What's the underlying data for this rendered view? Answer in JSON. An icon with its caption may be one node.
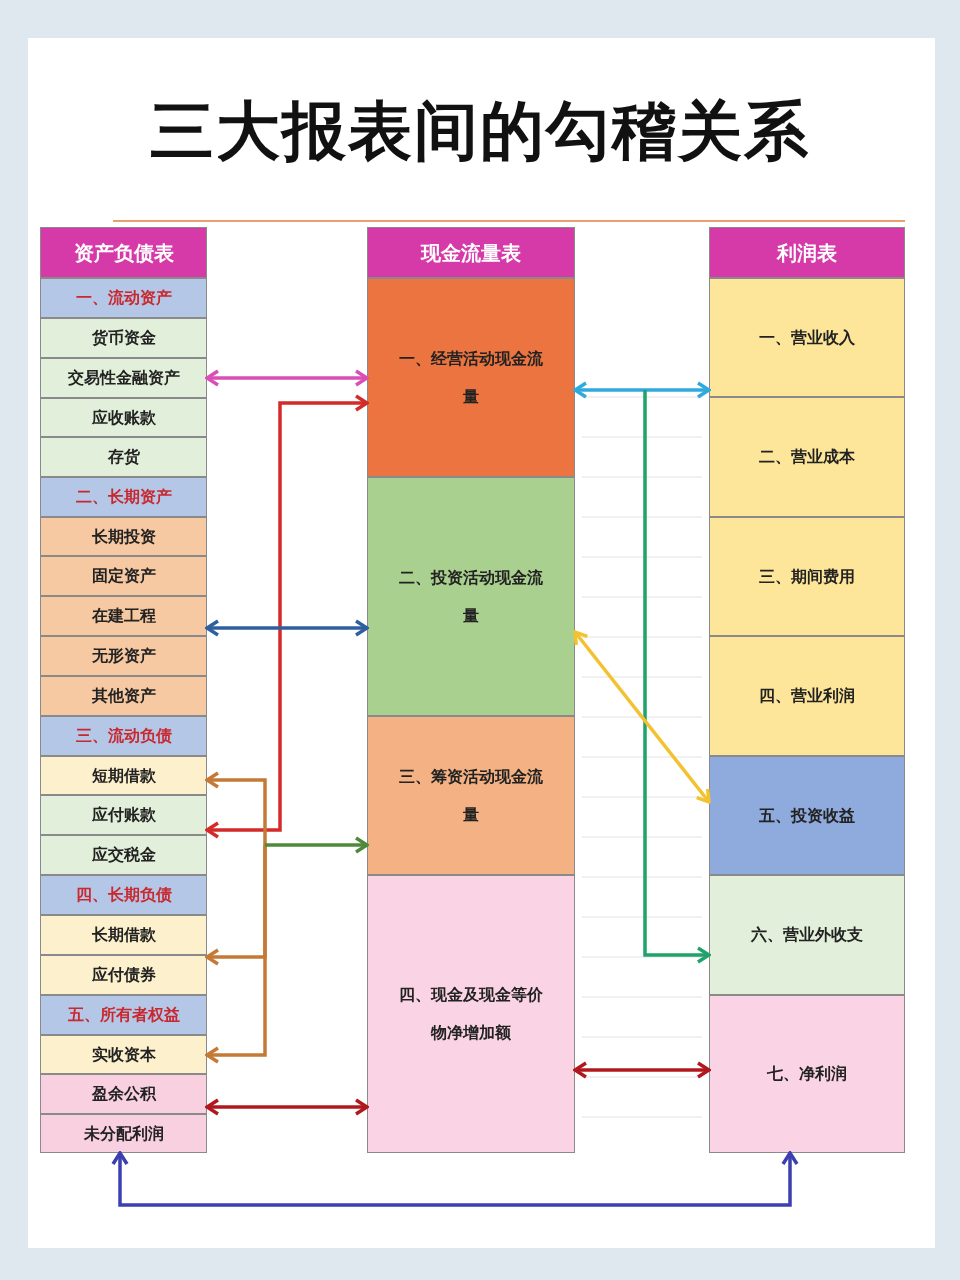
{
  "diagram": {
    "title": "三大报表间的勾稽关系",
    "nodes": [
      {
        "text": [
          "资产负债表"
        ]
      },
      {
        "text": [
          "一、流动资产"
        ]
      },
      {
        "text": [
          "货币资金"
        ]
      },
      {
        "text": [
          "交易性金融资产"
        ]
      },
      {
        "text": [
          "应收账款"
        ]
      },
      {
        "text": [
          "存货"
        ]
      },
      {
        "text": [
          "二、长期资产"
        ]
      },
      {
        "text": [
          "长期投资"
        ]
      },
      {
        "text": [
          "固定资产"
        ]
      },
      {
        "text": [
          "在建工程"
        ]
      },
      {
        "text": [
          "无形资产"
        ]
      },
      {
        "text": [
          "其他资产"
        ]
      },
      {
        "text": [
          "三、流动负债"
        ]
      },
      {
        "text": [
          "短期借款"
        ]
      },
      {
        "text": [
          "应付账款"
        ]
      },
      {
        "text": [
          "应交税金"
        ]
      },
      {
        "text": [
          "四、长期负债"
        ]
      },
      {
        "text": [
          "长期借款"
        ]
      },
      {
        "text": [
          "应付债券"
        ]
      },
      {
        "text": [
          "五、所有者权益"
        ]
      },
      {
        "text": [
          "实收资本"
        ]
      },
      {
        "text": [
          "盈余公积"
        ]
      },
      {
        "text": [
          "未分配利润"
        ]
      },
      {
        "text": [
          "现金流量表"
        ]
      },
      {
        "text": [
          "一、经营活动现金流量"
        ]
      },
      {
        "text": [
          "二、投资活动现金流量"
        ]
      },
      {
        "text": [
          "三、筹资活动现金流量"
        ]
      },
      {
        "text": [
          "四、现金及现金等价物净增加额"
        ]
      },
      {
        "text": [
          "利润表"
        ]
      },
      {
        "text": [
          "一、营业收入"
        ]
      },
      {
        "text": [
          "二、营业成本"
        ]
      },
      {
        "text": [
          "三、期间费用"
        ]
      },
      {
        "text": [
          "四、营业利润"
        ]
      },
      {
        "text": [
          "五、投资收益"
        ]
      },
      {
        "text": [
          "六、营业外收支"
        ]
      },
      {
        "text": [
          "七、净利润"
        ]
      }
    ],
    "edges": [
      {
        "from": 3,
        "to": 24,
        "arrow": "both",
        "color": "#d94fb5"
      },
      {
        "from": 14,
        "to": 24,
        "arrow": "both",
        "color": "#d42a2a"
      },
      {
        "from": 9,
        "to": 25,
        "arrow": "both",
        "color": "#2f5f9e"
      },
      {
        "from": null,
        "to": 13,
        "arrow": "to",
        "color": "#c47a35"
      },
      {
        "from": null,
        "to": 17,
        "arrow": "to",
        "color": "#c47a35"
      },
      {
        "from": null,
        "to": 20,
        "arrow": "to",
        "color": "#c47a35"
      },
      {
        "from": null,
        "to": 26,
        "arrow": "to",
        "color": "#4f8a3c"
      },
      {
        "from": 21,
        "to": 27,
        "arrow": "both",
        "color": "#b0181e"
      },
      {
        "from": 24,
        "to": 29,
        "arrow": "both",
        "color": "#2eaadc"
      },
      {
        "from": null,
        "to": 34,
        "arrow": "to",
        "color": "#1fa36a"
      },
      {
        "from": 25,
        "to": 33,
        "arrow": "both",
        "color": "#f2c230"
      },
      {
        "from": 27,
        "to": 35,
        "arrow": "both",
        "color": "#b0181e"
      },
      {
        "from": 22,
        "to": 35,
        "arrow": "both",
        "color": "#3b3fb0"
      }
    ]
  }
}
